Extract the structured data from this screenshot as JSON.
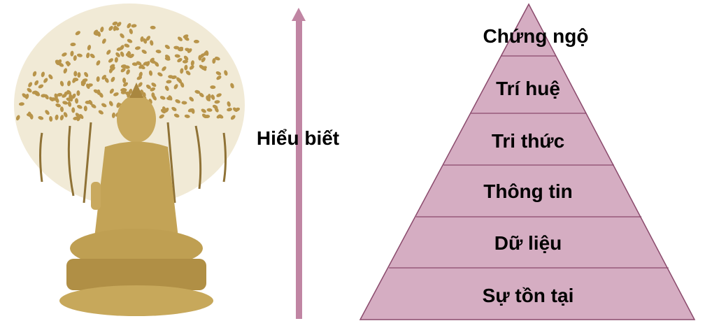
{
  "axis": {
    "label": "Hiểu biết"
  },
  "pyramid": {
    "levels": [
      "Chứng ngộ",
      "Trí huệ",
      "Tri thức",
      "Thông tin",
      "Dữ liệu",
      "Sự tồn tại"
    ]
  },
  "colors": {
    "pyramid_fill": "#d5adc2",
    "pyramid_stroke": "#8a4a6c",
    "arrow": "#c085a3",
    "gold": "#b8944a"
  }
}
